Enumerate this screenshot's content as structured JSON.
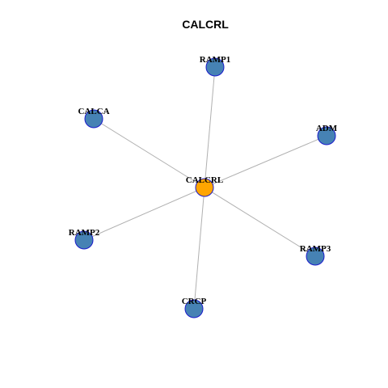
{
  "title": "CALCRL",
  "colors": {
    "hub_fill": "#FFA500",
    "node_fill": "#4682B4",
    "node_stroke": "#1A1ACC",
    "edge": "#B0B0B0"
  },
  "network": {
    "hub": "CALCRL",
    "nodes": [
      "CALCRL",
      "RAMP1",
      "CALCA",
      "ADM",
      "RAMP2",
      "RAMP3",
      "CRCP"
    ],
    "edges": [
      [
        "CALCRL",
        "RAMP1"
      ],
      [
        "CALCRL",
        "CALCA"
      ],
      [
        "CALCRL",
        "ADM"
      ],
      [
        "CALCRL",
        "RAMP2"
      ],
      [
        "CALCRL",
        "RAMP3"
      ],
      [
        "CALCRL",
        "CRCP"
      ]
    ]
  }
}
